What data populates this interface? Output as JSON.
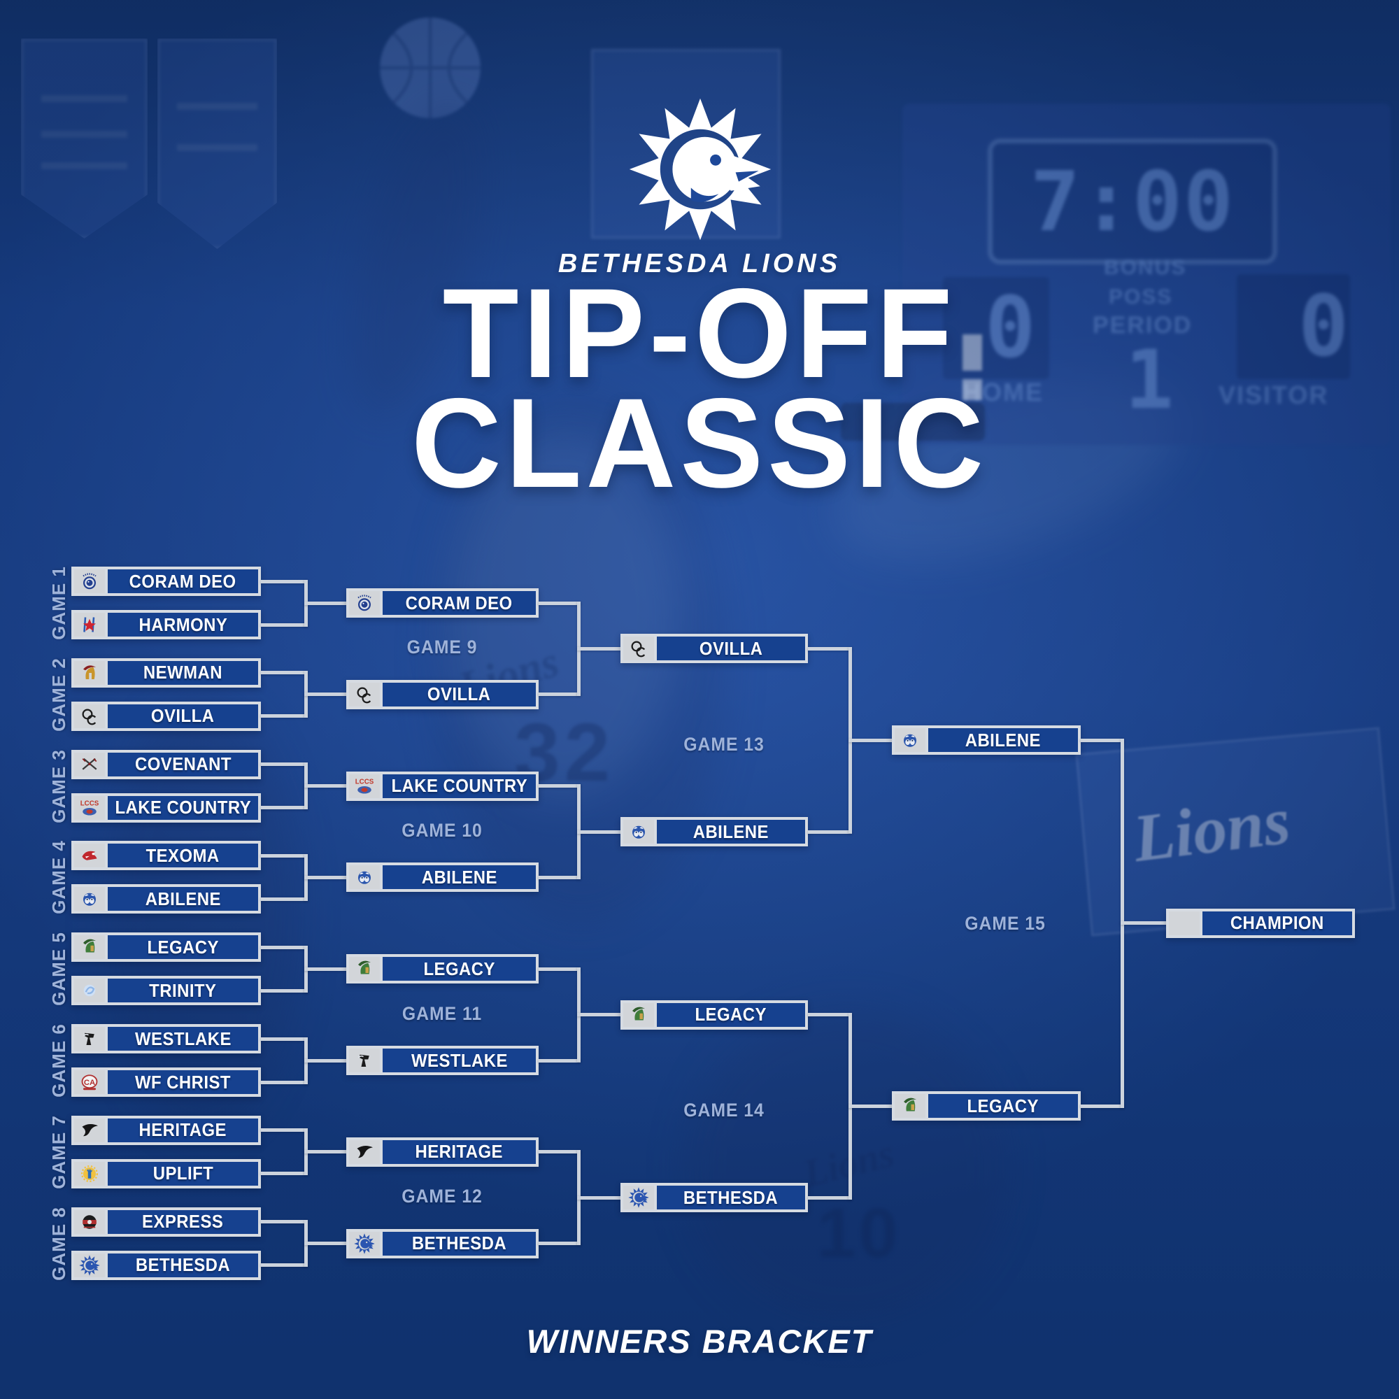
{
  "header": {
    "team": "BETHESDA LIONS",
    "title_line1": "TIP-OFF",
    "title_line2": "CLASSIC"
  },
  "footer": {
    "label": "WINNERS BRACKET"
  },
  "colors": {
    "background_blue": "#1d4899",
    "box_blue": "#16418f",
    "border_gray": "#d6dbe2",
    "logo_square_gray": "#d2d5d9",
    "line_gray": "#ccd3dd",
    "label_blue": "#9fb3d9",
    "title_white": "#ffffff"
  },
  "bracket": {
    "round1_games": [
      {
        "label": "GAME 1",
        "top": {
          "name": "CORAM DEO",
          "logo": "coram-deo"
        },
        "bottom": {
          "name": "HARMONY",
          "logo": "harmony"
        }
      },
      {
        "label": "GAME 2",
        "top": {
          "name": "NEWMAN",
          "logo": "newman"
        },
        "bottom": {
          "name": "OVILLA",
          "logo": "ovilla"
        }
      },
      {
        "label": "GAME 3",
        "top": {
          "name": "COVENANT",
          "logo": "covenant"
        },
        "bottom": {
          "name": "LAKE COUNTRY",
          "logo": "lake-country"
        }
      },
      {
        "label": "GAME 4",
        "top": {
          "name": "TEXOMA",
          "logo": "texoma"
        },
        "bottom": {
          "name": "ABILENE",
          "logo": "abilene"
        }
      },
      {
        "label": "GAME 5",
        "top": {
          "name": "LEGACY",
          "logo": "legacy"
        },
        "bottom": {
          "name": "TRINITY",
          "logo": "trinity"
        }
      },
      {
        "label": "GAME 6",
        "top": {
          "name": "WESTLAKE",
          "logo": "westlake"
        },
        "bottom": {
          "name": "WF CHRIST",
          "logo": "wf-christ"
        }
      },
      {
        "label": "GAME 7",
        "top": {
          "name": "HERITAGE",
          "logo": "heritage"
        },
        "bottom": {
          "name": "UPLIFT",
          "logo": "uplift"
        }
      },
      {
        "label": "GAME 8",
        "top": {
          "name": "EXPRESS",
          "logo": "express"
        },
        "bottom": {
          "name": "BETHESDA",
          "logo": "bethesda"
        }
      }
    ],
    "round2_games": [
      {
        "label": "GAME 9",
        "top": {
          "name": "CORAM DEO",
          "logo": "coram-deo"
        },
        "bottom": {
          "name": "OVILLA",
          "logo": "ovilla"
        }
      },
      {
        "label": "GAME 10",
        "top": {
          "name": "LAKE COUNTRY",
          "logo": "lake-country"
        },
        "bottom": {
          "name": "ABILENE",
          "logo": "abilene"
        }
      },
      {
        "label": "GAME 11",
        "top": {
          "name": "LEGACY",
          "logo": "legacy"
        },
        "bottom": {
          "name": "WESTLAKE",
          "logo": "westlake"
        }
      },
      {
        "label": "GAME 12",
        "top": {
          "name": "HERITAGE",
          "logo": "heritage"
        },
        "bottom": {
          "name": "BETHESDA",
          "logo": "bethesda"
        }
      }
    ],
    "round3_games": [
      {
        "label": "GAME 13",
        "top": {
          "name": "OVILLA",
          "logo": "ovilla"
        },
        "bottom": {
          "name": "ABILENE",
          "logo": "abilene"
        }
      },
      {
        "label": "GAME 14",
        "top": {
          "name": "LEGACY",
          "logo": "legacy"
        },
        "bottom": {
          "name": "BETHESDA",
          "logo": "bethesda"
        }
      }
    ],
    "round4": {
      "label": "GAME 15",
      "top": {
        "name": "ABILENE",
        "logo": "abilene"
      },
      "bottom": {
        "name": "LEGACY",
        "logo": "legacy"
      }
    },
    "champion": {
      "label": "CHAMPION"
    }
  },
  "background": {
    "scoreboard": {
      "clock": "7:00",
      "home_score": "0",
      "visitor_score": "0",
      "period_value": "1",
      "labels": {
        "bonus": "BONUS",
        "poss": "POSS",
        "period": "PERIOD",
        "home": "HOME",
        "visitor": "VISITOR"
      }
    },
    "banner_text": "Lions",
    "jersey_number": "32",
    "jersey_script": "Lions",
    "jersey_number_2": "10",
    "jersey_script_2": "Lions"
  }
}
